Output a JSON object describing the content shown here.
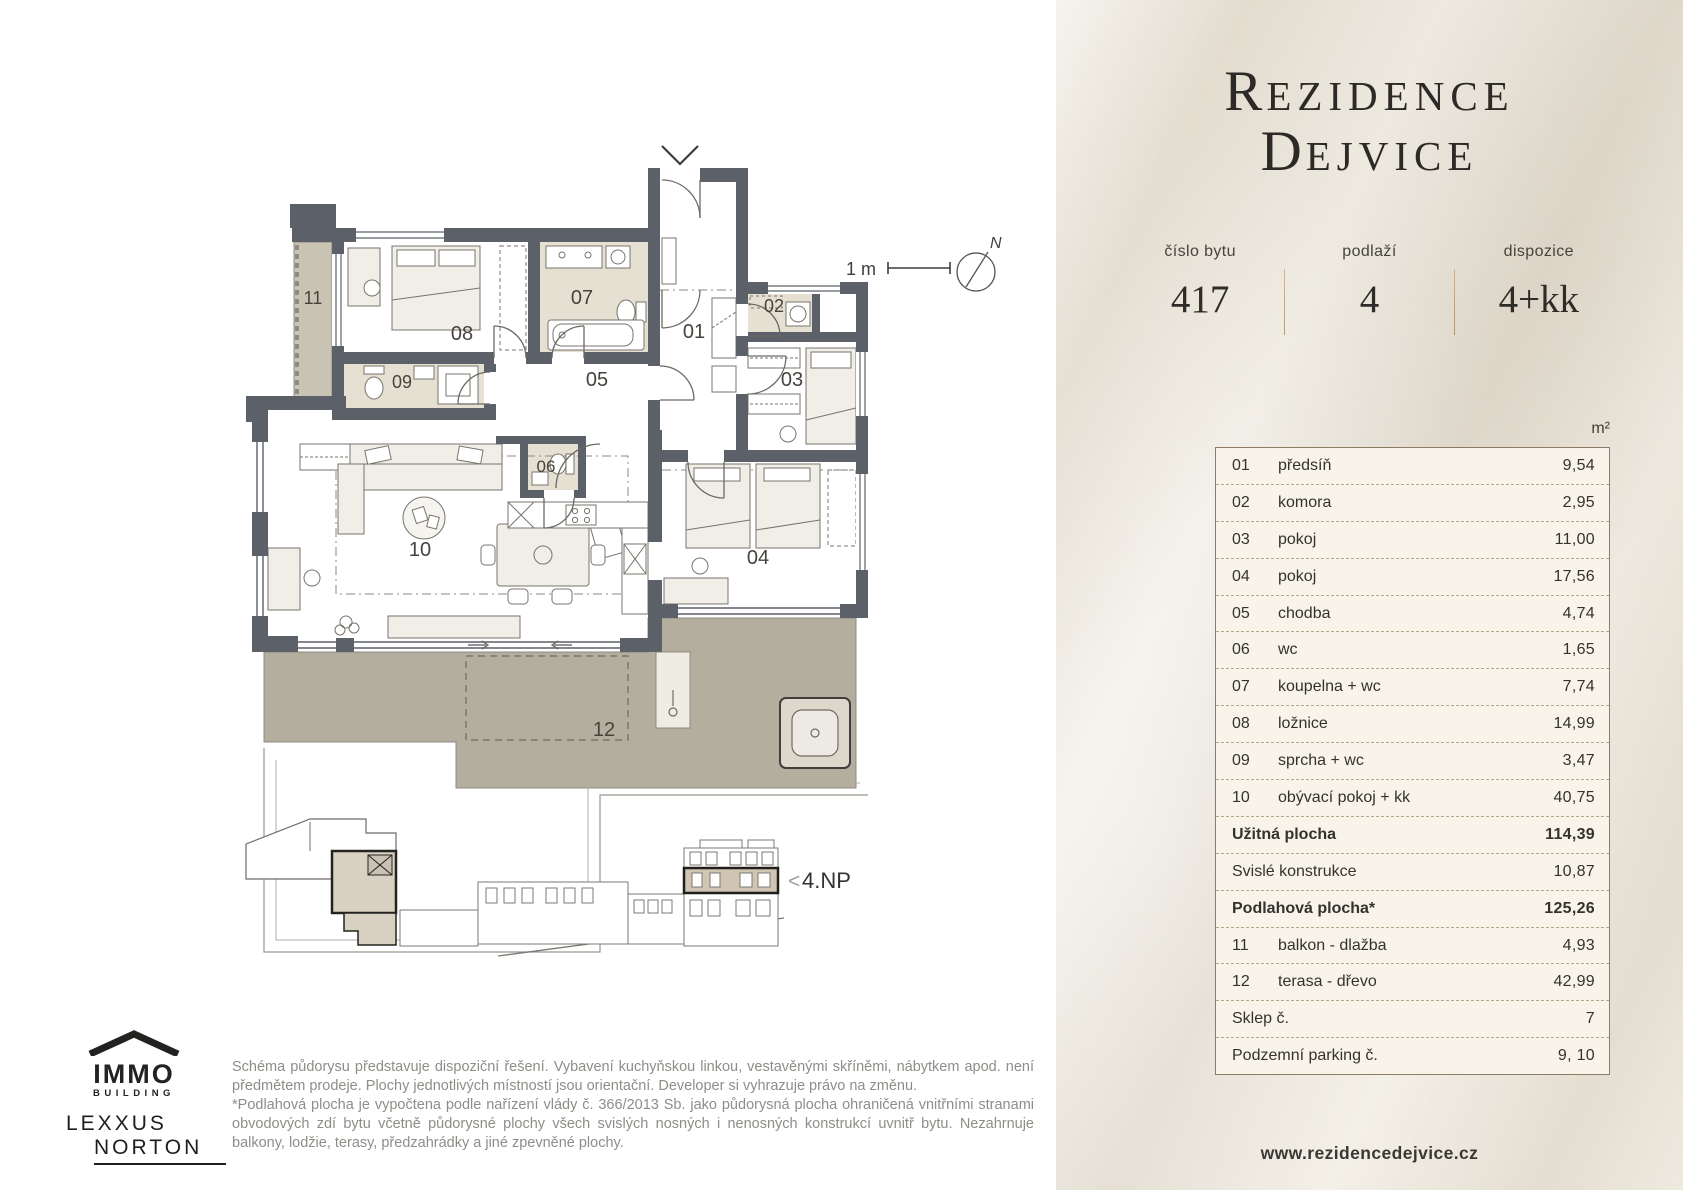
{
  "header": {
    "title_line1": "Rezidence",
    "title_line2": "Dejvice"
  },
  "unit_info": {
    "fields": [
      {
        "label": "číslo bytu",
        "value": "417"
      },
      {
        "label": "podlaží",
        "value": "4"
      },
      {
        "label": "dispozice",
        "value": "4+kk"
      }
    ]
  },
  "area_table": {
    "unit_header": "m²",
    "rows": [
      {
        "num": "01",
        "name": "předsíň",
        "value": "9,54"
      },
      {
        "num": "02",
        "name": "komora",
        "value": "2,95"
      },
      {
        "num": "03",
        "name": "pokoj",
        "value": "11,00"
      },
      {
        "num": "04",
        "name": "pokoj",
        "value": "17,56"
      },
      {
        "num": "05",
        "name": "chodba",
        "value": "4,74"
      },
      {
        "num": "06",
        "name": "wc",
        "value": "1,65"
      },
      {
        "num": "07",
        "name": "koupelna + wc",
        "value": "7,74"
      },
      {
        "num": "08",
        "name": "ložnice",
        "value": "14,99"
      },
      {
        "num": "09",
        "name": "sprcha + wc",
        "value": "3,47"
      },
      {
        "num": "10",
        "name": "obývací pokoj + kk",
        "value": "40,75"
      },
      {
        "num": "",
        "name": "Užitná plocha",
        "value": "114,39"
      },
      {
        "num": "",
        "name": "Svislé konstrukce",
        "value": "10,87"
      },
      {
        "num": "",
        "name": "Podlahová plocha*",
        "value": "125,26"
      },
      {
        "num": "11",
        "name": "balkon - dlažba",
        "value": "4,93"
      },
      {
        "num": "12",
        "name": "terasa - dřevo",
        "value": "42,99"
      },
      {
        "num": "",
        "name": "Sklep č.",
        "value": "7"
      },
      {
        "num": "",
        "name": "Podzemní parking č.",
        "value": "9, 10"
      }
    ]
  },
  "website": "www.rezidencedejvice.cz",
  "plan": {
    "scale_label": "1 m",
    "north_label": "N",
    "floor_chevron": "<",
    "floor_label": "4.NP",
    "rooms": {
      "r01": "01",
      "r02": "02",
      "r03": "03",
      "r04": "04",
      "r05": "05",
      "r06": "06",
      "r07": "07",
      "r08": "08",
      "r09": "09",
      "r10": "10",
      "r11": "11",
      "r12": "12"
    }
  },
  "logos": {
    "immo_name": "IMMO",
    "immo_sub": "BUILDING",
    "lexxus_line1": "LEXXUS",
    "lexxus_line2": "NORTON"
  },
  "disclaimer": {
    "para1": "Schéma půdorysu představuje dispoziční řešení. Vybavení kuchyňskou linkou, vestavěnými skříněmi, nábytkem apod. není předmětem prodeje. Plochy jednotlivých místností jsou orientační. Developer si vyhrazuje právo na změnu.",
    "para2": "*Podlahová plocha je vypočtena podle nařízení vlády č. 366/2013 Sb. jako půdorysná plocha ohraničená vnitřními stranami obvodových zdí bytu včetně půdorysné plochy všech svislých nosných i nenosných konstrukcí uvnitř bytu. Nezahrnuje balkony, lodžie, terasy, předzahrádky a jiné zpevněné plochy."
  },
  "colors": {
    "wall": "#5c6169",
    "bath_fill": "#e6e0d2",
    "balcony_fill": "#c9c3b4",
    "terrace_fill": "#b4ae9f",
    "highlight_fill": "#d9d2c3",
    "table_border": "#8d7c65"
  }
}
